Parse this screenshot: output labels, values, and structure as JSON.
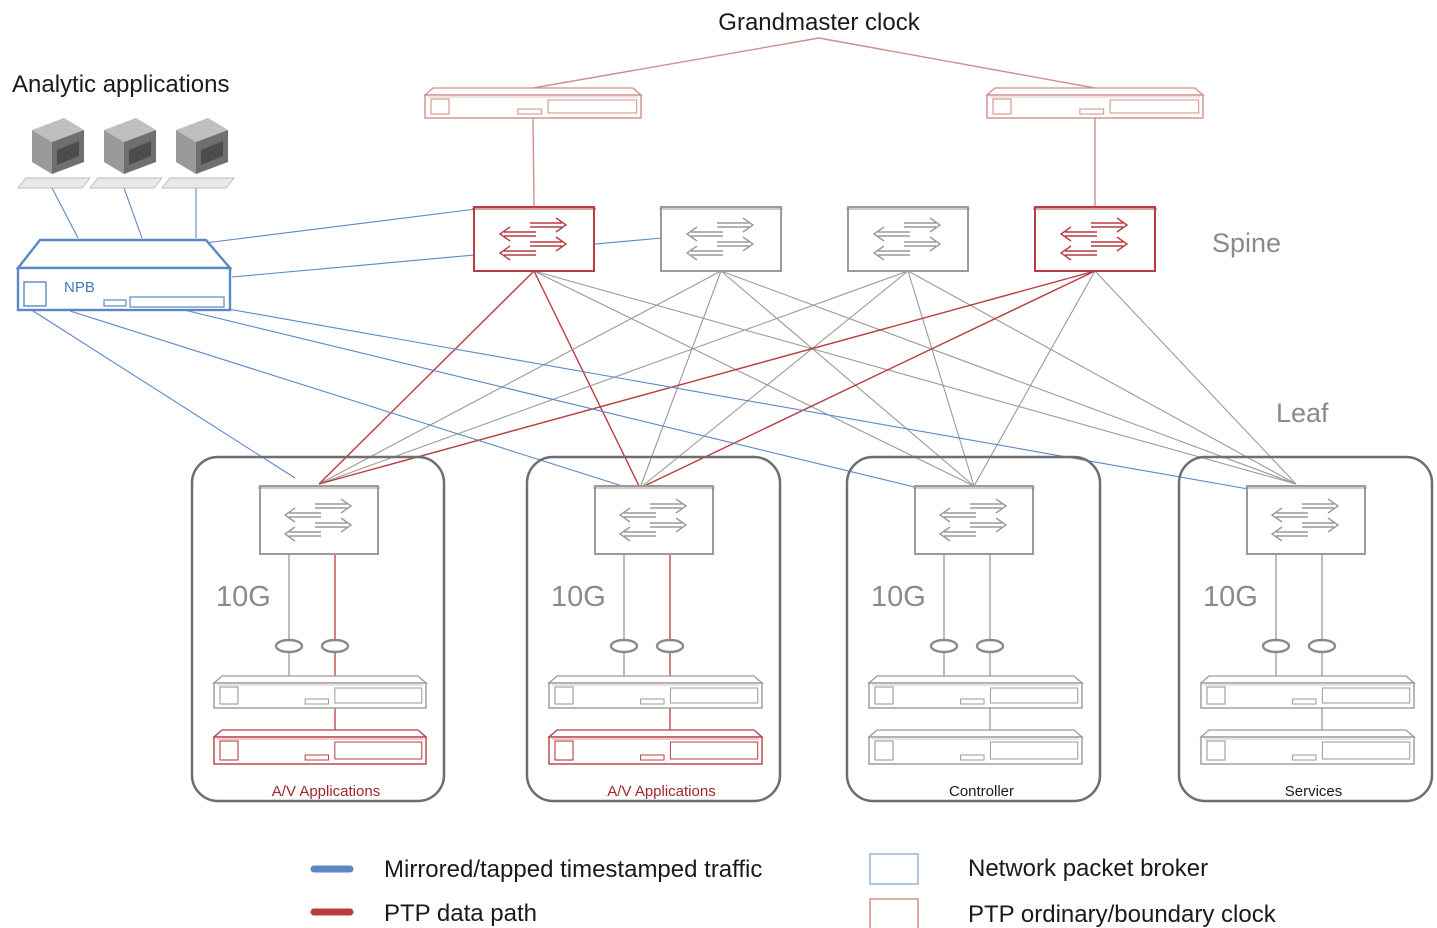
{
  "colors": {
    "ptp_red": "#b83c40",
    "ptp_red_light": "#cf8f8a",
    "mirror_blue": "#5b87c6",
    "npb_blue": "#5b87c6",
    "device_gray": "#9c9a94",
    "link_gray": "#9a9a9a",
    "group_border": "#6e6e6e"
  },
  "labels": {
    "grandmaster": "Grandmaster clock",
    "analytics": "Analytic applications",
    "spine": "Spine",
    "leaf": "Leaf",
    "npb": "NPB"
  },
  "spines": [
    {
      "role": "ptp"
    },
    {
      "role": "plain"
    },
    {
      "role": "plain"
    },
    {
      "role": "ptp"
    }
  ],
  "leaf_groups": [
    {
      "speed": "10G",
      "caption": "A/V Applications",
      "caption_role": "ptp",
      "lower_server_role": "ptp"
    },
    {
      "speed": "10G",
      "caption": "A/V Applications",
      "caption_role": "ptp",
      "lower_server_role": "ptp"
    },
    {
      "speed": "10G",
      "caption": "Controller",
      "caption_role": "plain",
      "lower_server_role": "plain"
    },
    {
      "speed": "10G",
      "caption": "Services",
      "caption_role": "plain",
      "lower_server_role": "plain"
    }
  ],
  "icons": {
    "analytics_workstation": "workstation-icon",
    "switch": "switch-arrows-icon",
    "server": "rack-server-icon",
    "tap": "tap-ring-icon"
  },
  "legend": [
    {
      "key": "mirror",
      "swatch": "line",
      "color": "#5b87c6",
      "label": "Mirrored/tapped timestamped traffic"
    },
    {
      "key": "ptp_path",
      "swatch": "line",
      "color": "#b83c40",
      "label": "PTP data path"
    },
    {
      "key": "npb",
      "swatch": "box",
      "color": "#9fb8d6",
      "label": "Network packet broker"
    },
    {
      "key": "ptp_clock",
      "swatch": "box",
      "color": "#d9958f",
      "label": "PTP ordinary/boundary clock"
    }
  ]
}
